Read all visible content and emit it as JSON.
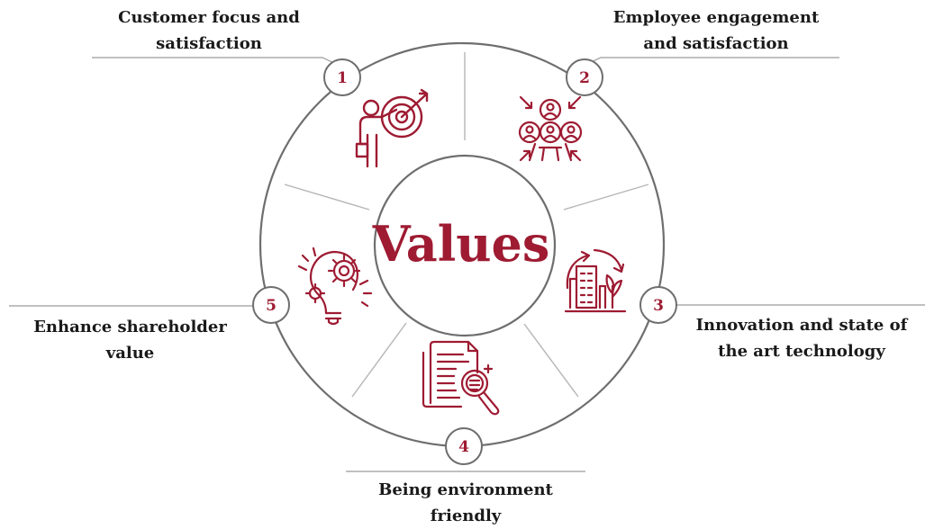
{
  "center": {
    "title": "Values"
  },
  "values": [
    {
      "number": "1",
      "lines": [
        "Customer focus and",
        "satisfaction"
      ],
      "icon": "target-presenter-icon"
    },
    {
      "number": "2",
      "lines": [
        "Employee engagement",
        "and satisfaction"
      ],
      "icon": "team-engagement-icon"
    },
    {
      "number": "3",
      "lines": [
        "Innovation and state of",
        "the art technology"
      ],
      "icon": "green-building-icon"
    },
    {
      "number": "4",
      "lines": [
        "Being environment",
        "friendly"
      ],
      "icon": "document-search-icon"
    },
    {
      "number": "5",
      "lines": [
        "Enhance shareholder",
        "value"
      ],
      "icon": "lightbulb-gears-icon"
    }
  ],
  "colors": {
    "accent": "#9e1b32",
    "ring": "#6e6e6e",
    "divider": "#b5b5b5",
    "text": "#1a1a1a"
  }
}
